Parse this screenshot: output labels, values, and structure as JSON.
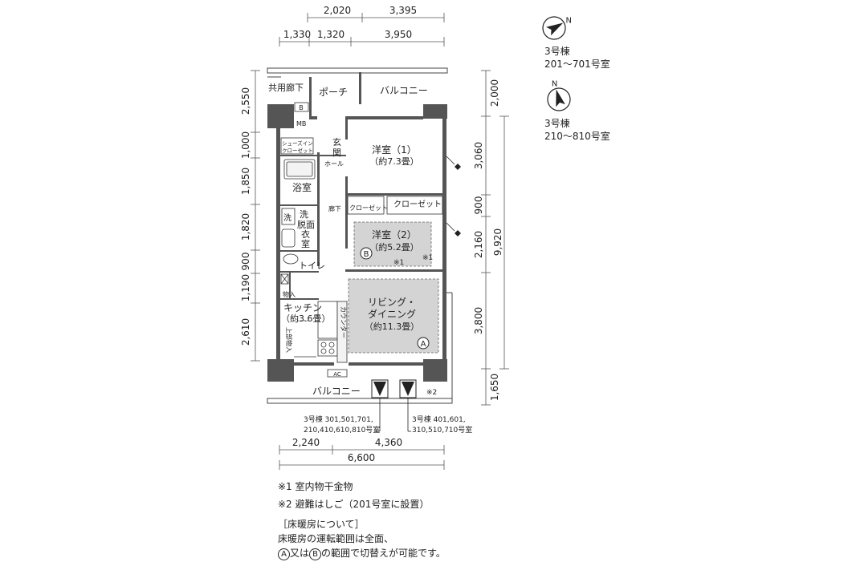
{
  "dims": {
    "top_row1": [
      "2,020",
      "3,395"
    ],
    "top_row2": [
      "1,330",
      "1,320",
      "3,950"
    ],
    "left": [
      "2,550",
      "1,000",
      "1,850",
      "1,820",
      "900",
      "1,190",
      "2,610"
    ],
    "right": [
      "2,000",
      "3,060",
      "900",
      "2,160",
      "3,800",
      "1,650"
    ],
    "right_total": "9,920",
    "bottom_row1": [
      "2,240",
      "4,360"
    ],
    "bottom_total": "6,600"
  },
  "rooms": {
    "corridor": "共用廊下",
    "porch": "ポーチ",
    "balcony_top": "バルコニー",
    "mb": "MB",
    "b_box": "B",
    "shoe_closet_1": "シューズイン",
    "shoe_closet_2": "クローゼット",
    "entrance_1": "玄",
    "entrance_2": "関",
    "hall": "ホール",
    "western1_title": "洋室（1）",
    "western1_size": "（約7.3畳）",
    "bath": "浴室",
    "hallway": "廊下",
    "closet_left": "クローゼット",
    "closet_right": "クローゼット",
    "laundry": "洗",
    "washroom": [
      "洗",
      "脱面",
      "衣",
      "室"
    ],
    "western2_title": "洋室（2）",
    "western2_size": "（約5.2畳）",
    "b_circle": "B",
    "mark1a": "※1",
    "mark1b": "※1",
    "toilet": "トイレ",
    "storage": "物入",
    "kitchen_title": "キッチン",
    "kitchen_size": "（約3.6畳）",
    "counter": "カウンター",
    "upper_storage": "上部物入",
    "living_1": "リビング・",
    "living_2": "ダイニング",
    "living_size": "（約11.3畳）",
    "a_circle": "A",
    "ac": "AC",
    "balcony_bottom": "バルコニー",
    "mark2": "※2"
  },
  "callouts": {
    "left": [
      "3号棟 301,501,701,",
      "210,410,610,810号室"
    ],
    "right": [
      "3号棟 401,601,",
      "310,510,710号室"
    ]
  },
  "compass": [
    {
      "label_n": "N",
      "text1": "3号棟",
      "text2": "201〜701号室",
      "angle": 60
    },
    {
      "label_n": "N",
      "text1": "3号棟",
      "text2": "210〜810号室",
      "angle": -15
    }
  ],
  "notes": {
    "n1": "※1 室内物干金物",
    "n2": "※2 避難はしご（201号室に設置）",
    "n3": "［床暖房について］",
    "n4": "床暖房の運転範囲は全面、",
    "n5_circleA": "A",
    "n5_mid": "又は",
    "n5_circleB": "B",
    "n5_end": "の範囲で切替えが可能です。"
  }
}
